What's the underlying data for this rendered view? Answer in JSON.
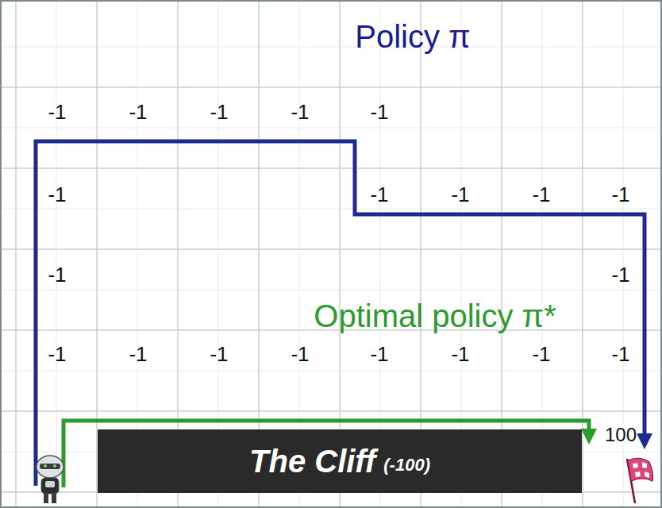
{
  "diagram": {
    "nodes": [
      {
        "text": [
          "The Cliff",
          "(-100)"
        ]
      }
    ],
    "labels": [
      "Policy π",
      "-1",
      "-1",
      "-1",
      "-1",
      "-1",
      "-1",
      "-1",
      "-1",
      "-1",
      "-1",
      "-1",
      "-1",
      "Optimal policy π*",
      "-1",
      "-1",
      "-1",
      "-1",
      "-1",
      "-1",
      "-1",
      "-1",
      "100"
    ]
  }
}
